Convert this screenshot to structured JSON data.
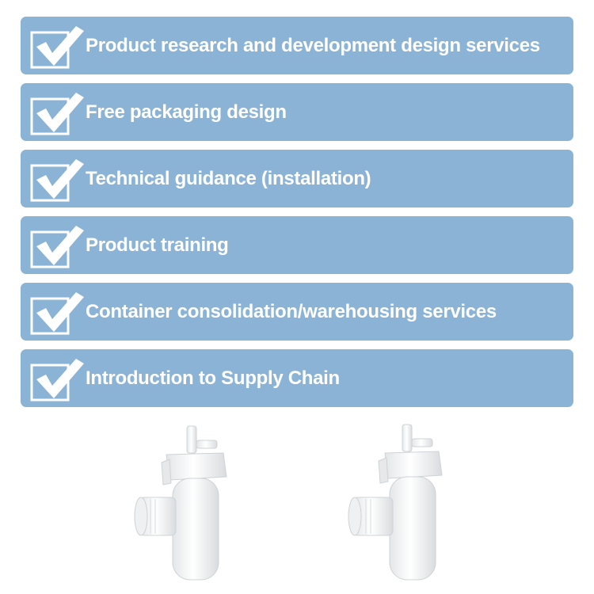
{
  "services": {
    "items": [
      {
        "label": "Product research and development design services",
        "icon": "checkmark-icon"
      },
      {
        "label": "Free packaging design",
        "icon": "checkmark-icon"
      },
      {
        "label": "Technical guidance (installation)",
        "icon": "checkmark-icon"
      },
      {
        "label": "Product training",
        "icon": "checkmark-icon"
      },
      {
        "label": "Container consolidation/warehousing services",
        "icon": "checkmark-icon"
      },
      {
        "label": "Introduction to Supply Chain",
        "icon": "checkmark-icon"
      }
    ]
  },
  "colors": {
    "panel": "#8ab3d5",
    "text": "#ffffff",
    "product": "#f4f5f5"
  }
}
